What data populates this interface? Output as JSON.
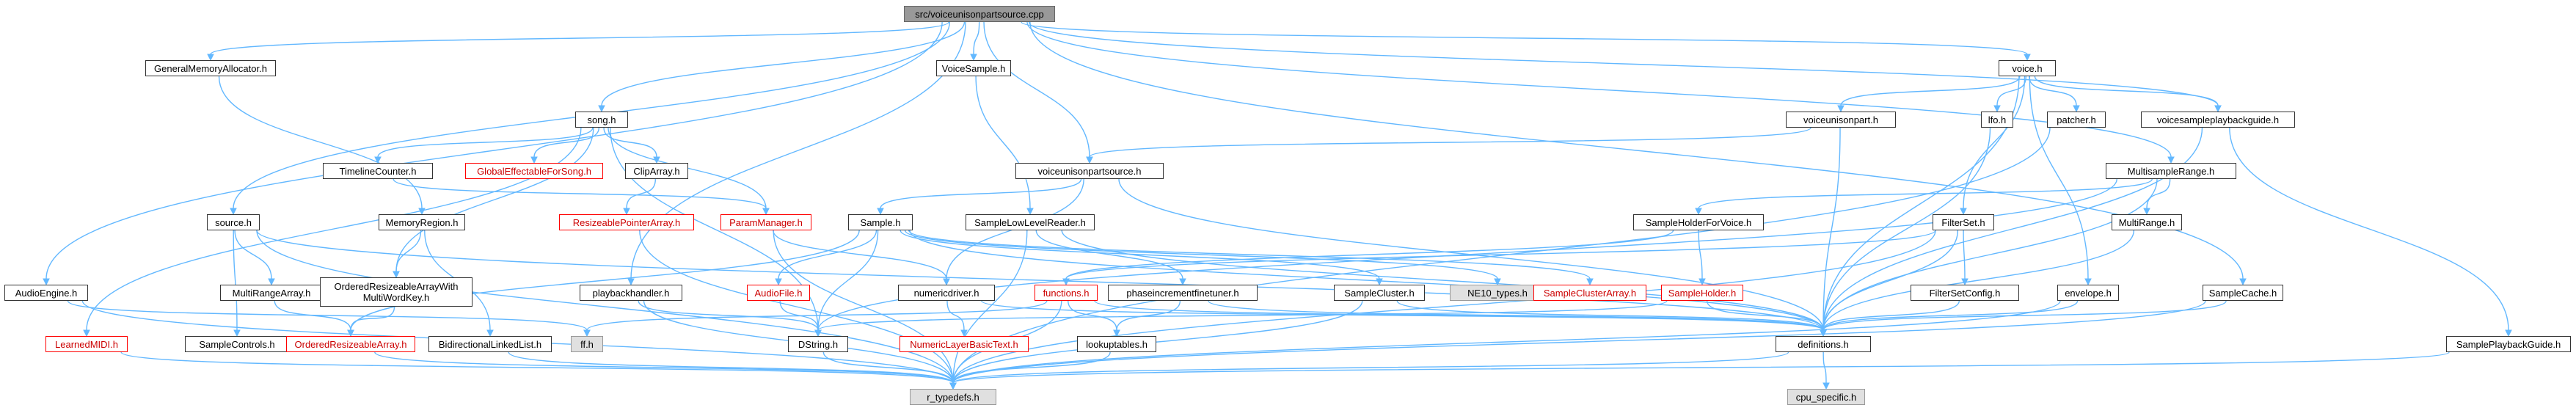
{
  "nodes": [
    {
      "id": "root",
      "label": "src/voiceunisonpartsource.cpp",
      "style": "root"
    },
    {
      "id": "gma",
      "label": "GeneralMemoryAllocator.h",
      "style": "normal"
    },
    {
      "id": "vs",
      "label": "VoiceSample.h",
      "style": "normal"
    },
    {
      "id": "voice",
      "label": "voice.h",
      "style": "normal"
    },
    {
      "id": "song",
      "label": "song.h",
      "style": "normal"
    },
    {
      "id": "vup",
      "label": "voiceunisonpart.h",
      "style": "normal"
    },
    {
      "id": "lfo",
      "label": "lfo.h",
      "style": "normal"
    },
    {
      "id": "patcher",
      "label": "patcher.h",
      "style": "normal"
    },
    {
      "id": "vspg",
      "label": "voicesampleplaybackguide.h",
      "style": "normal"
    },
    {
      "id": "tc",
      "label": "TimelineCounter.h",
      "style": "normal"
    },
    {
      "id": "gefs",
      "label": "GlobalEffectableForSong.h",
      "style": "red"
    },
    {
      "id": "ca",
      "label": "ClipArray.h",
      "style": "normal"
    },
    {
      "id": "vups",
      "label": "voiceunisonpartsource.h",
      "style": "normal"
    },
    {
      "id": "msr",
      "label": "MultisampleRange.h",
      "style": "normal"
    },
    {
      "id": "src",
      "label": "source.h",
      "style": "normal"
    },
    {
      "id": "mr",
      "label": "MemoryRegion.h",
      "style": "normal"
    },
    {
      "id": "rpa",
      "label": "ResizeablePointerArray.h",
      "style": "red"
    },
    {
      "id": "pm",
      "label": "ParamManager.h",
      "style": "red"
    },
    {
      "id": "sample",
      "label": "Sample.h",
      "style": "normal"
    },
    {
      "id": "sllr",
      "label": "SampleLowLevelReader.h",
      "style": "normal"
    },
    {
      "id": "shfv",
      "label": "SampleHolderForVoice.h",
      "style": "normal"
    },
    {
      "id": "fs",
      "label": "FilterSet.h",
      "style": "normal"
    },
    {
      "id": "mrange",
      "label": "MultiRange.h",
      "style": "normal"
    },
    {
      "id": "ae",
      "label": "AudioEngine.h",
      "style": "normal"
    },
    {
      "id": "mra",
      "label": "MultiRangeArray.h",
      "style": "normal"
    },
    {
      "id": "orawmwk",
      "label": "OrderedResizeableArrayWith\nMultiWordKey.h",
      "style": "normal"
    },
    {
      "id": "ph",
      "label": "playbackhandler.h",
      "style": "normal"
    },
    {
      "id": "af",
      "label": "AudioFile.h",
      "style": "red"
    },
    {
      "id": "nd",
      "label": "numericdriver.h",
      "style": "normal"
    },
    {
      "id": "func",
      "label": "functions.h",
      "style": "red"
    },
    {
      "id": "pift",
      "label": "phaseincrementfinetuner.h",
      "style": "normal"
    },
    {
      "id": "sc",
      "label": "SampleCluster.h",
      "style": "normal"
    },
    {
      "id": "ne10",
      "label": "NE10_types.h",
      "style": "gray"
    },
    {
      "id": "sca",
      "label": "SampleClusterArray.h",
      "style": "red"
    },
    {
      "id": "sh",
      "label": "SampleHolder.h",
      "style": "red"
    },
    {
      "id": "fsc",
      "label": "FilterSetConfig.h",
      "style": "normal"
    },
    {
      "id": "env",
      "label": "envelope.h",
      "style": "normal"
    },
    {
      "id": "scache",
      "label": "SampleCache.h",
      "style": "normal"
    },
    {
      "id": "lmidi",
      "label": "LearnedMIDI.h",
      "style": "red"
    },
    {
      "id": "scon",
      "label": "SampleControls.h",
      "style": "normal"
    },
    {
      "id": "ora",
      "label": "OrderedResizeableArray.h",
      "style": "red"
    },
    {
      "id": "bll",
      "label": "BidirectionalLinkedList.h",
      "style": "normal"
    },
    {
      "id": "ff",
      "label": "ff.h",
      "style": "gray"
    },
    {
      "id": "ds",
      "label": "DString.h",
      "style": "normal"
    },
    {
      "id": "nlbt",
      "label": "NumericLayerBasicText.h",
      "style": "red"
    },
    {
      "id": "lt",
      "label": "lookuptables.h",
      "style": "normal"
    },
    {
      "id": "defs",
      "label": "definitions.h",
      "style": "normal"
    },
    {
      "id": "spg",
      "label": "SamplePlaybackGuide.h",
      "style": "normal"
    },
    {
      "id": "rtd",
      "label": "r_typedefs.h",
      "style": "gray"
    },
    {
      "id": "cpu",
      "label": "cpu_specific.h",
      "style": "gray"
    }
  ],
  "edges": [
    [
      "root",
      "gma"
    ],
    [
      "root",
      "vs"
    ],
    [
      "root",
      "voice"
    ],
    [
      "root",
      "song"
    ],
    [
      "root",
      "vups"
    ],
    [
      "root",
      "vspg"
    ],
    [
      "root",
      "msr"
    ],
    [
      "root",
      "src"
    ],
    [
      "root",
      "ae"
    ],
    [
      "root",
      "scache"
    ],
    [
      "root",
      "ph"
    ],
    [
      "gma",
      "mr"
    ],
    [
      "vs",
      "sllr"
    ],
    [
      "voice",
      "vup"
    ],
    [
      "voice",
      "lfo"
    ],
    [
      "voice",
      "patcher"
    ],
    [
      "voice",
      "vspg"
    ],
    [
      "voice",
      "fs"
    ],
    [
      "voice",
      "env"
    ],
    [
      "voice",
      "defs"
    ],
    [
      "song",
      "tc"
    ],
    [
      "song",
      "gefs"
    ],
    [
      "song",
      "ca"
    ],
    [
      "song",
      "pm"
    ],
    [
      "song",
      "orawmwk"
    ],
    [
      "song",
      "lmidi"
    ],
    [
      "song",
      "ds"
    ],
    [
      "vup",
      "vups"
    ],
    [
      "vup",
      "defs"
    ],
    [
      "lfo",
      "defs"
    ],
    [
      "patcher",
      "rtd"
    ],
    [
      "vspg",
      "spg"
    ],
    [
      "vspg",
      "defs"
    ],
    [
      "tc",
      "pm"
    ],
    [
      "ca",
      "rpa"
    ],
    [
      "vups",
      "sample"
    ],
    [
      "vups",
      "nd"
    ],
    [
      "vups",
      "defs"
    ],
    [
      "msr",
      "shfv"
    ],
    [
      "msr",
      "mrange"
    ],
    [
      "msr",
      "ds"
    ],
    [
      "msr",
      "defs"
    ],
    [
      "src",
      "mra"
    ],
    [
      "src",
      "scon"
    ],
    [
      "src",
      "rtd"
    ],
    [
      "src",
      "defs"
    ],
    [
      "mr",
      "orawmwk"
    ],
    [
      "mr",
      "bll"
    ],
    [
      "rpa",
      "rtd"
    ],
    [
      "pm",
      "nd"
    ],
    [
      "pm",
      "rtd"
    ],
    [
      "sample",
      "af"
    ],
    [
      "sample",
      "sc"
    ],
    [
      "sample",
      "sca"
    ],
    [
      "sample",
      "ne10"
    ],
    [
      "sample",
      "ora"
    ],
    [
      "sample",
      "ds"
    ],
    [
      "sample",
      "defs"
    ],
    [
      "sllr",
      "pift"
    ],
    [
      "sllr",
      "defs"
    ],
    [
      "sllr",
      "rtd"
    ],
    [
      "shfv",
      "sh"
    ],
    [
      "shfv",
      "func"
    ],
    [
      "fs",
      "fsc"
    ],
    [
      "fs",
      "func"
    ],
    [
      "fs",
      "defs"
    ],
    [
      "fs",
      "rtd"
    ],
    [
      "mrange",
      "defs"
    ],
    [
      "ae",
      "ff"
    ],
    [
      "ae",
      "rtd"
    ],
    [
      "mra",
      "ora"
    ],
    [
      "orawmwk",
      "ora"
    ],
    [
      "ph",
      "ds"
    ],
    [
      "ph",
      "rtd"
    ],
    [
      "af",
      "ds"
    ],
    [
      "nd",
      "nlbt"
    ],
    [
      "nd",
      "defs"
    ],
    [
      "func",
      "lt"
    ],
    [
      "func",
      "ff"
    ],
    [
      "func",
      "rtd"
    ],
    [
      "func",
      "defs"
    ],
    [
      "pift",
      "lt"
    ],
    [
      "pift",
      "defs"
    ],
    [
      "sc",
      "defs"
    ],
    [
      "sc",
      "rtd"
    ],
    [
      "sh",
      "ds"
    ],
    [
      "sh",
      "defs"
    ],
    [
      "fsc",
      "defs"
    ],
    [
      "env",
      "defs"
    ],
    [
      "env",
      "rtd"
    ],
    [
      "scache",
      "defs"
    ],
    [
      "scache",
      "rtd"
    ],
    [
      "lmidi",
      "rtd"
    ],
    [
      "ora",
      "rtd"
    ],
    [
      "bll",
      "rtd"
    ],
    [
      "ds",
      "rtd"
    ],
    [
      "lt",
      "rtd"
    ],
    [
      "defs",
      "rtd"
    ],
    [
      "defs",
      "cpu"
    ],
    [
      "spg",
      "rtd"
    ]
  ]
}
